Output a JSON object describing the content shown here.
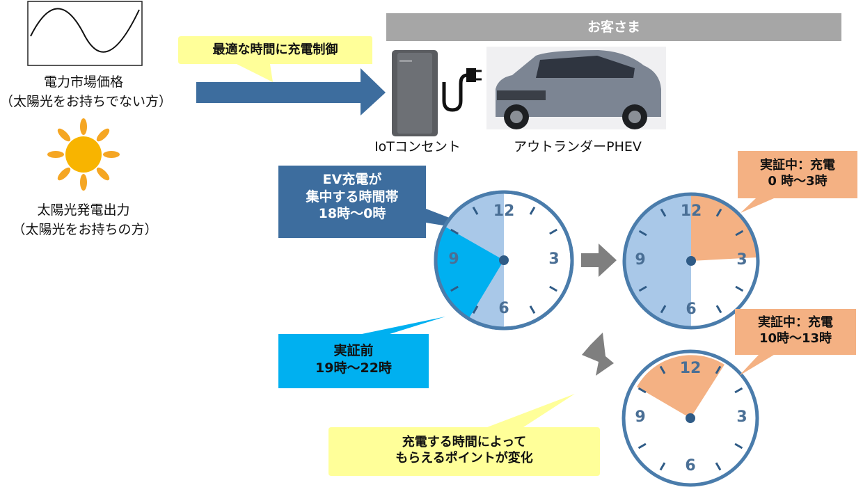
{
  "left": {
    "market_label_1": "電力市場価格",
    "market_label_2": "（太陽光をお持ちでない方）",
    "solar_label_1": "太陽光発電出力",
    "solar_label_2": "（太陽光をお持ちの方）"
  },
  "callouts": {
    "optimal": "最適な時間に充電制御",
    "ev_concentrated": [
      "EV充電が",
      "集中する時間帯",
      "18時～0時"
    ],
    "before": [
      "実証前",
      "19時～22時"
    ],
    "during_a": [
      "実証中：充電",
      "0 時～3時"
    ],
    "during_b": [
      "実証中：充電",
      "10時～13時"
    ],
    "points": [
      "充電する時間によって",
      "もらえるポイントが変化"
    ]
  },
  "customer_header": "お客さま",
  "devices": {
    "iot_label": "IoTコンセント",
    "car_label": "アウトランダーPHEV"
  },
  "clock_numbers": [
    "12",
    "3",
    "6",
    "9"
  ],
  "colors": {
    "arrow_blue": "#3d6d9e",
    "callout_yellow": "#ffff99",
    "callout_dark_blue": "#3d6d9e",
    "callout_cyan": "#00b0f0",
    "callout_orange": "#f4b183",
    "clock_rim": "#5b8db8",
    "clock_light_blue": "#a9c8e8",
    "header_gray": "#a6a6a6",
    "grey_arrow": "#7f7f7f"
  }
}
